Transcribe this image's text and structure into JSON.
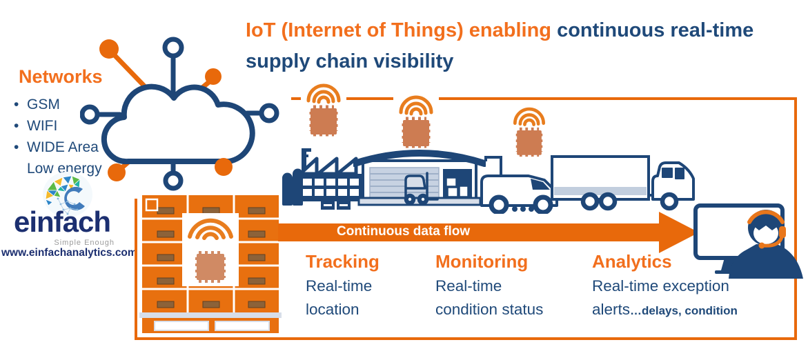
{
  "header": {
    "title_orange": "IoT (Internet of Things) enabling ",
    "title_blue": "continuous real-time",
    "title_line2": "supply chain visibility"
  },
  "networks": {
    "heading": "Networks",
    "bullet": "•",
    "items": [
      "GSM",
      "WIFI",
      "WIDE Area"
    ],
    "indent_item": "Low energy"
  },
  "logo": {
    "brand": "einfach",
    "tagline": "Simple Enough",
    "website": "www.einfachanalytics.com"
  },
  "flow": {
    "arrow_label": "Continuous data flow"
  },
  "columns": {
    "tracking": {
      "heading": "Tracking",
      "line1": "Real-time",
      "line2": "location"
    },
    "monitoring": {
      "heading": "Monitoring",
      "line1": "Real-time",
      "line2": "condition status"
    },
    "analytics": {
      "heading": "Analytics",
      "line1": "Real-time exception",
      "line2_main": "alerts",
      "line2_detail": "…delays, condition"
    }
  },
  "icons": {
    "cloud_network": "cloud with 8 spokes: 4 orange filled nodes, 4 blue ring nodes",
    "globe": "faceted globe logo (green/yellow/blue triangles)",
    "iot_chip_wifi": "microchip with wifi signal arcs",
    "factory": "factory silhouette",
    "warehouse": "warehouse with forklift",
    "van": "delivery van",
    "truck": "semi truck",
    "pallet_crates": "orange crate stack with IoT tag",
    "operator": "support operator with headset at monitor"
  },
  "colors": {
    "accent_orange": "#E8690B",
    "heading_orange": "#F26F1D",
    "navy": "#1E4677",
    "text_navy": "#1F4979",
    "chip_salmon": "#CD7C52",
    "light_steel": "#C7D2E2",
    "brand_navy": "#1C2F70"
  }
}
